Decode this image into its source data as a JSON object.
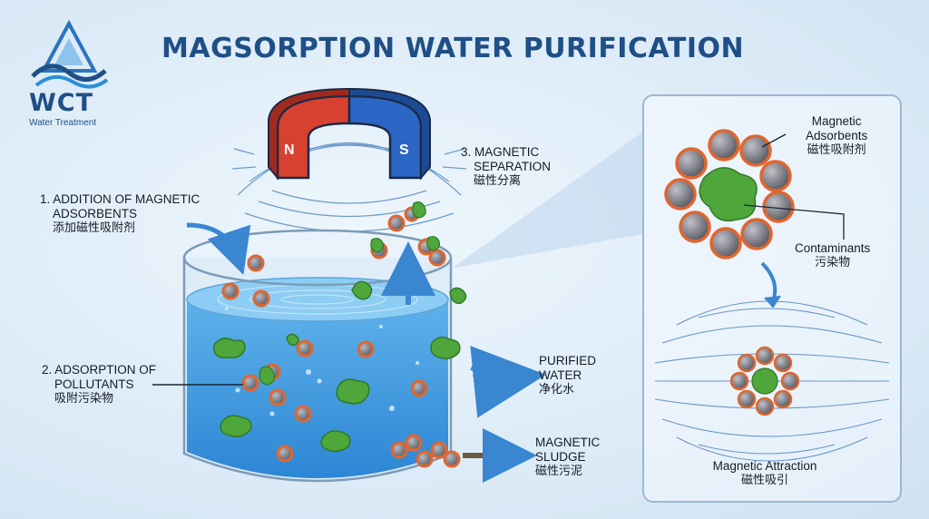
{
  "title": "MAGSORPTION WATER PURIFICATION",
  "logo": {
    "name": "WCT",
    "subtitle": "Water Treatment"
  },
  "steps": {
    "addition": {
      "line1": "1. ADDITION OF MAGNETIC",
      "line2": "ADSORBENTS",
      "cn": "添加磁性吸附剂"
    },
    "adsorption": {
      "line1": "2. ADSORPTION OF",
      "line2": "POLLUTANTS",
      "cn": "吸附污染物"
    },
    "separation": {
      "line1": "3. MAGNETIC",
      "line2": "SEPARATION",
      "cn": "磁性分离"
    }
  },
  "outputs": {
    "purified": {
      "line1": "PURIFIED",
      "line2": "WATER",
      "cn": "净化水"
    },
    "sludge": {
      "line1": "MAGNETIC",
      "line2": "SLUDGE",
      "cn": "磁性污泥"
    }
  },
  "magnet": {
    "north": "N",
    "south": "S"
  },
  "inset": {
    "adsorbents": {
      "line1": "Magnetic",
      "line2": "Adsorbents",
      "cn": "磁性吸附剂"
    },
    "contaminants": {
      "line1": "Contaminants",
      "cn": "污染物"
    },
    "attraction": {
      "line1": "Magnetic Attraction",
      "cn": "磁性吸引"
    }
  },
  "colors": {
    "title": "#1f4f86",
    "water": "#3f9be0",
    "particle_core": "#7d7d86",
    "particle_ring": "#e0662f",
    "contaminant": "#4fa63a",
    "magnet_north": "#d8402f",
    "magnet_south": "#2b66c4"
  }
}
